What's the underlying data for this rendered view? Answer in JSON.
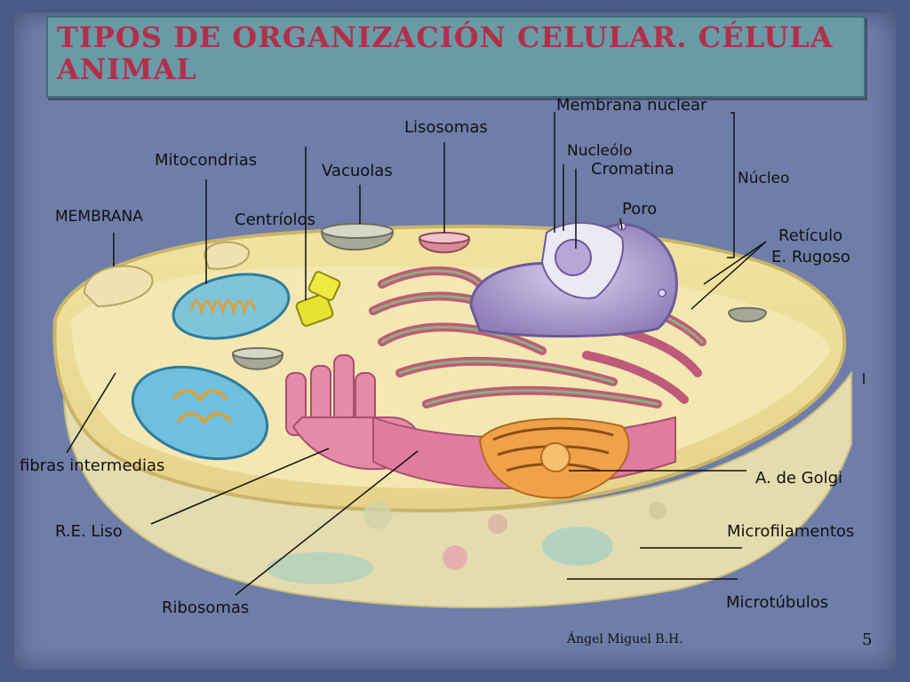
{
  "slide": {
    "title_line1": "TIPOS DE ORGANIZACIÓN CELULAR. CÉLULA",
    "title_line2": "ANIMAL",
    "author": "Ángel Miguel B.H.",
    "page_number": "5"
  },
  "labels": {
    "membrana_nuclear": "Membrana nuclear",
    "lisosomas": "Lisosomas",
    "nucleolo": "Nucleólo",
    "cromatina": "Cromatina",
    "mitocondrias": "Mitocondrias",
    "vacuolas": "Vacuolas",
    "nucleo": "Núcleo",
    "membrana": "MEMBRANA",
    "centriolos": "Centríolos",
    "poro": "Poro",
    "reticulo_line1": "Retículo",
    "reticulo_line2": "E. Rugoso",
    "fibras": "fibras intermedias",
    "golgi": "A. de Golgi",
    "re_liso": "R.E. Liso",
    "microfilamentos": "Microfilamentos",
    "ribosomas": "Ribosomas",
    "microtubulos": "Microtúbulos"
  },
  "colors": {
    "title_text": "#b0304a",
    "title_box": "#6a9aa6",
    "background": "#6e7ea8"
  }
}
